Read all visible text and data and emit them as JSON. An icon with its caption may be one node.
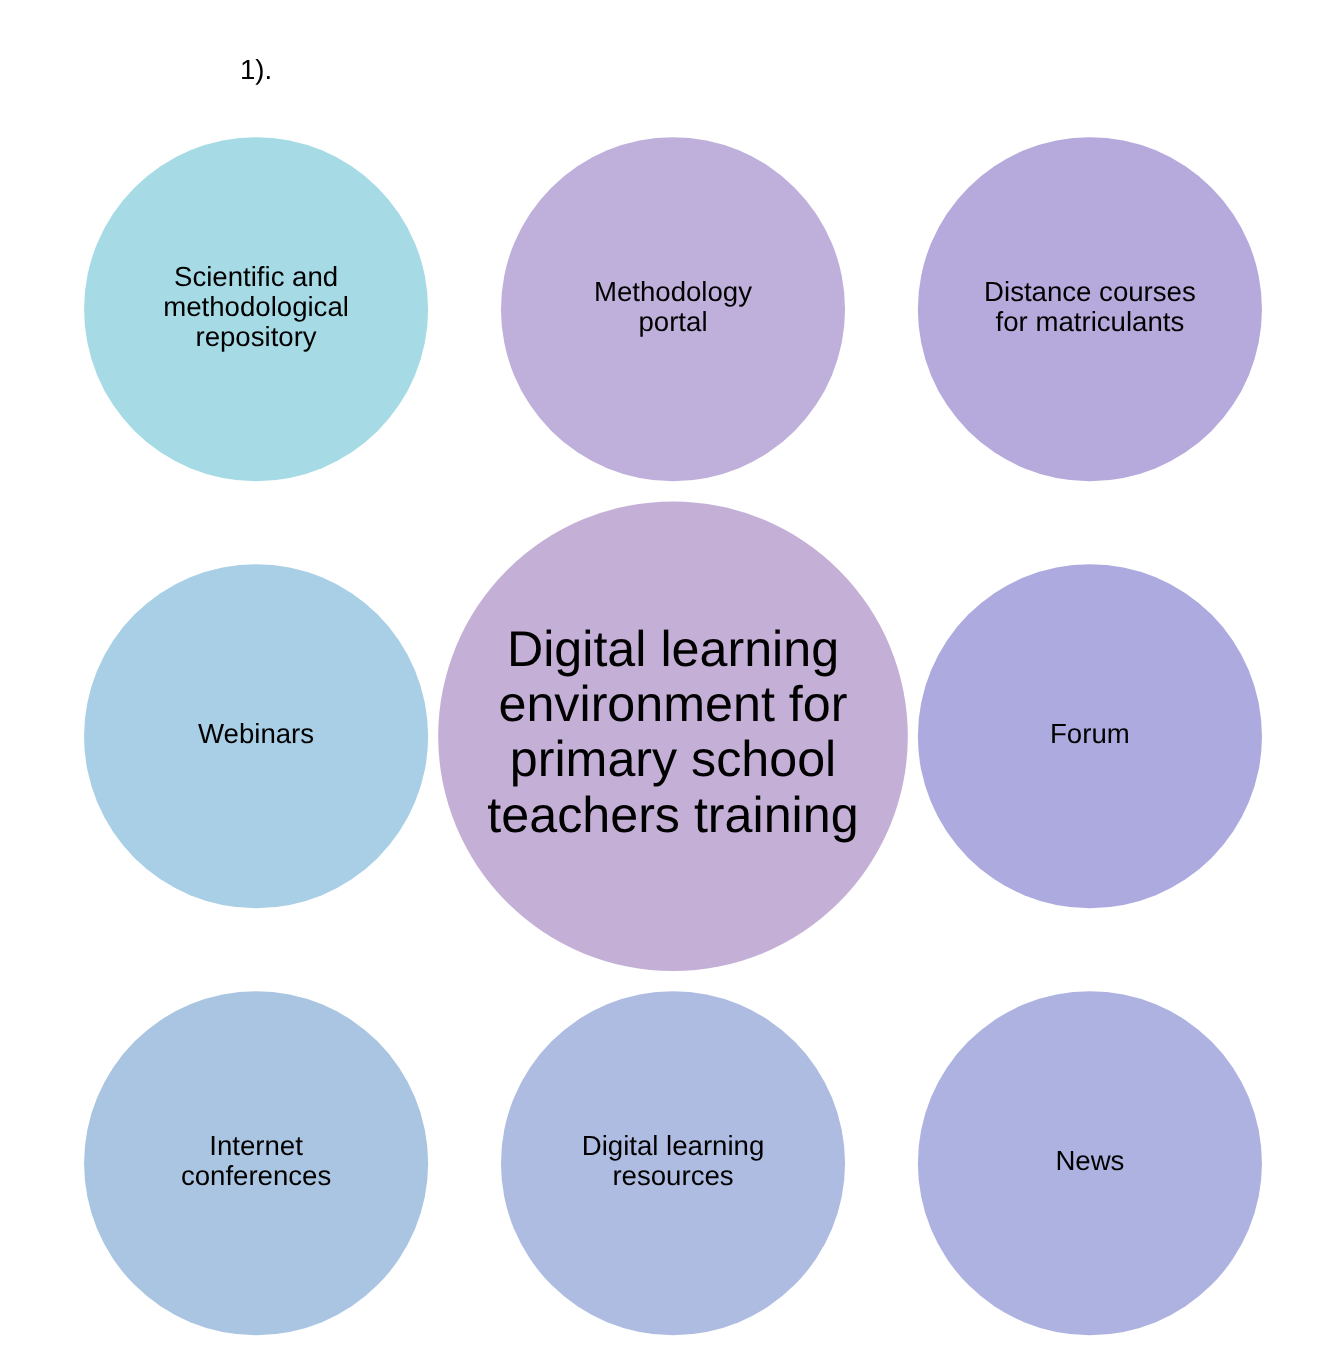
{
  "diagram": {
    "nodes": [
      {
        "text": [
          "Methodology portal"
        ]
      },
      {
        "text": [
          "Scientific and methodological repository"
        ]
      },
      {
        "text": [
          "Distance courses for matriculants"
        ]
      },
      {
        "text": [
          "Digital learning environment for primary school teachers training"
        ]
      },
      {
        "text": [
          "Webinars"
        ]
      },
      {
        "text": [
          "Forum"
        ]
      },
      {
        "text": [
          "Internet conferences"
        ]
      },
      {
        "text": [
          "News"
        ]
      },
      {
        "text": [
          "Digital learning resources"
        ]
      }
    ],
    "labels": [
      "1)."
    ]
  }
}
